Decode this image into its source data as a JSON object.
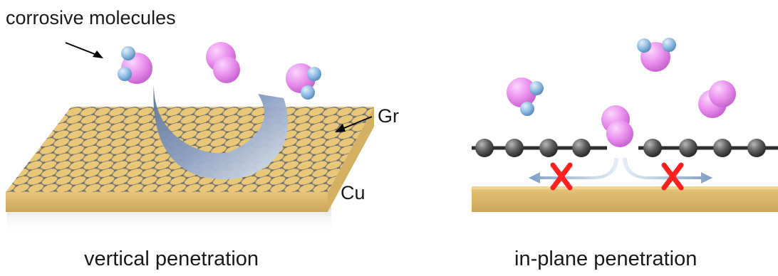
{
  "labels": {
    "corrosive": "corrosive molecules",
    "gr": "Gr",
    "cu": "Cu",
    "vertical": "vertical penetration",
    "inplane": "in-plane penetration"
  },
  "colors": {
    "copper": "#e3bf6b",
    "copper_dark": "#b8954a",
    "graphene_atom": "#4f4f4f",
    "oxygen_like": "#e08ae6",
    "hydrogen_like": "#7fb1dd",
    "arrow_blue": "#7f9fc7",
    "blocked_mark": "#ff1f1f"
  }
}
